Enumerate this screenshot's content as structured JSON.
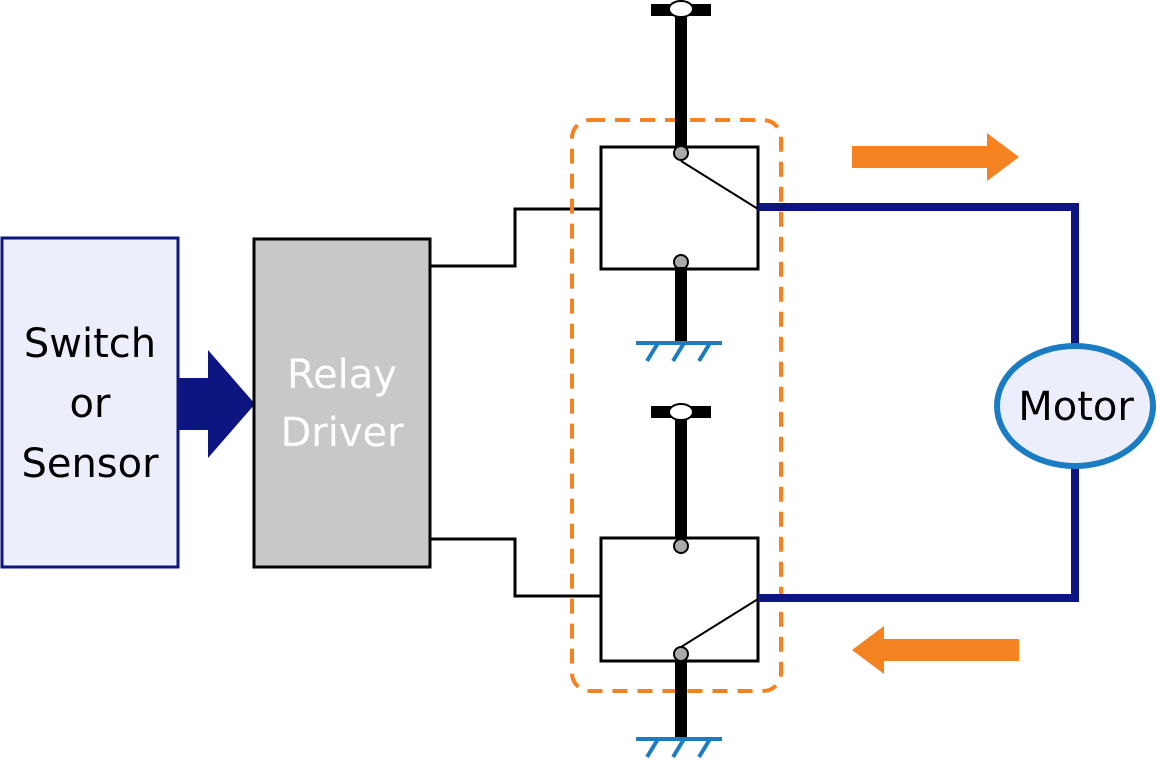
{
  "blocks": {
    "switch_sensor": {
      "lines": [
        "Switch",
        "or",
        "Sensor"
      ],
      "fill": "#eceefc",
      "stroke": "#0d1680",
      "text_color": "#000000"
    },
    "relay_driver": {
      "lines": [
        "Relay",
        "Driver"
      ],
      "fill": "#c8c8c8",
      "stroke": "#000000",
      "text_color": "#ffffff"
    },
    "motor": {
      "label": "Motor",
      "fill": "#eceefc",
      "stroke": "#1a7dc4",
      "text_color": "#000000"
    }
  },
  "colors": {
    "input_arrow": "#0d1680",
    "motor_wire": "#0d1680",
    "direction_arrows": "#f58220",
    "relay_group_outline": "#f58220",
    "ground": "#1a7dc4",
    "wire": "#000000",
    "contact": "#aaaaaa"
  },
  "relays": [
    {
      "name": "upper-relay",
      "switch_state": "contact-to-top"
    },
    {
      "name": "lower-relay",
      "switch_state": "contact-to-bottom"
    }
  ],
  "direction_arrows": [
    {
      "name": "forward",
      "direction": "right"
    },
    {
      "name": "reverse",
      "direction": "left"
    }
  ]
}
